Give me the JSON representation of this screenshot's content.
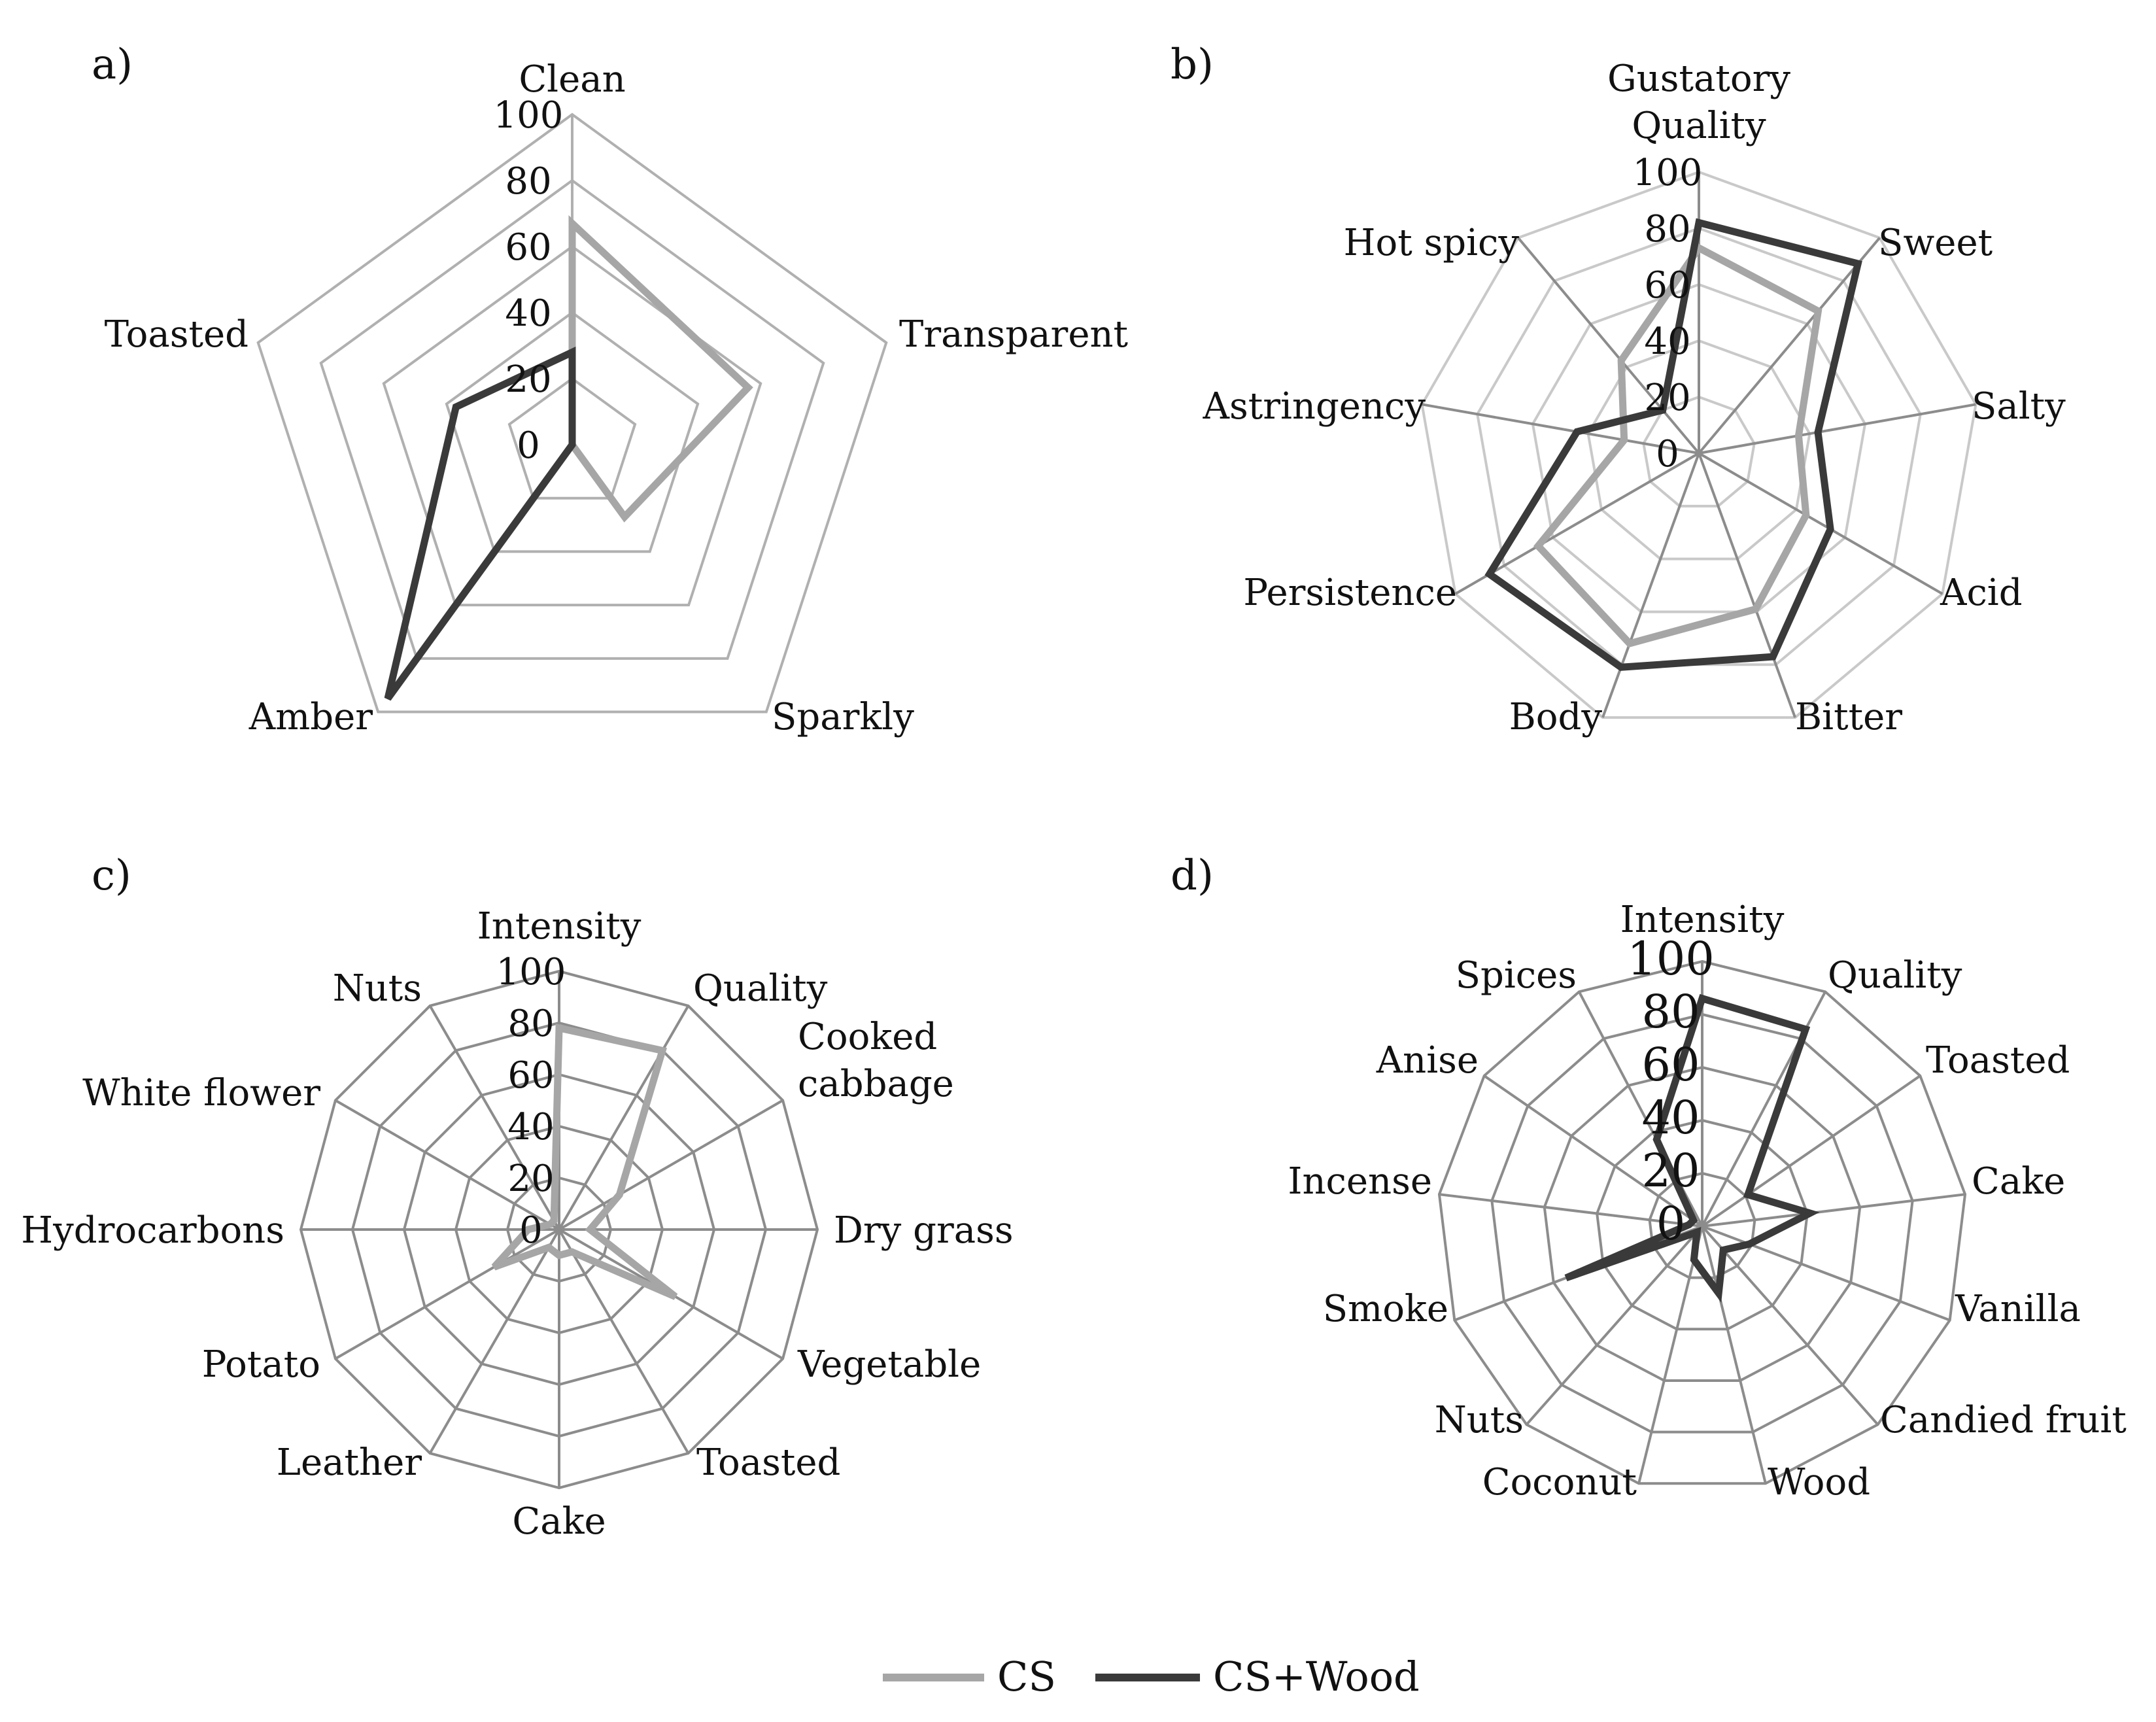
{
  "legend": [
    {
      "name": "CS",
      "color": "#a6a6a6"
    },
    {
      "name": "CS+Wood",
      "color": "#3a3a3a"
    }
  ],
  "chart_data": [
    {
      "type": "radar",
      "panel_label": "a)",
      "axis_range": [
        0,
        100
      ],
      "ticks": [
        "0",
        "20",
        "40",
        "60",
        "80",
        "100"
      ],
      "grid": "polygon",
      "categories": [
        "Clean",
        "Transparent",
        "Sparkly",
        "Amber",
        "Toasted"
      ],
      "series": [
        {
          "name": "CS",
          "values": [
            67,
            56,
            27,
            0,
            0
          ]
        },
        {
          "name": "CS+Wood",
          "values": [
            28,
            0,
            0,
            95,
            37
          ]
        }
      ]
    },
    {
      "type": "radar",
      "panel_label": "b)",
      "axis_range": [
        0,
        100
      ],
      "ticks": [
        "0",
        "20",
        "40",
        "60",
        "80",
        "100"
      ],
      "grid": "polygon",
      "categories": [
        "Gustatory\nQuality",
        "Sweet",
        "Salty",
        "Acid",
        "Bitter",
        "Body",
        "Persistence",
        "Astringency",
        "Hot spicy"
      ],
      "series": [
        {
          "name": "CS",
          "values": [
            73,
            66,
            36,
            44,
            59,
            72,
            66,
            27,
            43
          ]
        },
        {
          "name": "CS+Wood",
          "values": [
            82,
            88,
            43,
            54,
            77,
            81,
            86,
            44,
            20
          ]
        }
      ]
    },
    {
      "type": "radar",
      "panel_label": "c)",
      "axis_range": [
        0,
        100
      ],
      "ticks": [
        "0",
        "20",
        "40",
        "60",
        "80",
        "100"
      ],
      "grid": "polygon",
      "categories": [
        "Intensity",
        "Quality",
        "Cooked\ncabbage",
        "Dry grass",
        "Vegetable",
        "Toasted",
        "Cake",
        "Leather",
        "Potato",
        "Hydrocarbons",
        "White flower",
        "Nuts"
      ],
      "series": [
        {
          "name": "CS",
          "values": [
            78,
            80,
            27,
            12,
            52,
            10,
            10,
            8,
            29,
            12,
            4,
            4
          ]
        }
      ]
    },
    {
      "type": "radar",
      "panel_label": "d)",
      "axis_range": [
        0,
        100
      ],
      "ticks": [
        "0",
        "20",
        "40",
        "60",
        "80",
        "100"
      ],
      "grid": "polygon",
      "categories": [
        "Intensity",
        "Quality",
        "Toasted",
        "Cake",
        "Vanilla",
        "Candied fruit",
        "Wood",
        "Coconut",
        "Nuts",
        "Smoke",
        "Incense",
        "Anise",
        "Spices"
      ],
      "series": [
        {
          "name": "CS+Wood",
          "values": [
            86,
            84,
            21,
            41,
            19,
            12,
            26,
            13,
            3,
            55,
            5,
            4,
            37
          ]
        }
      ]
    }
  ]
}
